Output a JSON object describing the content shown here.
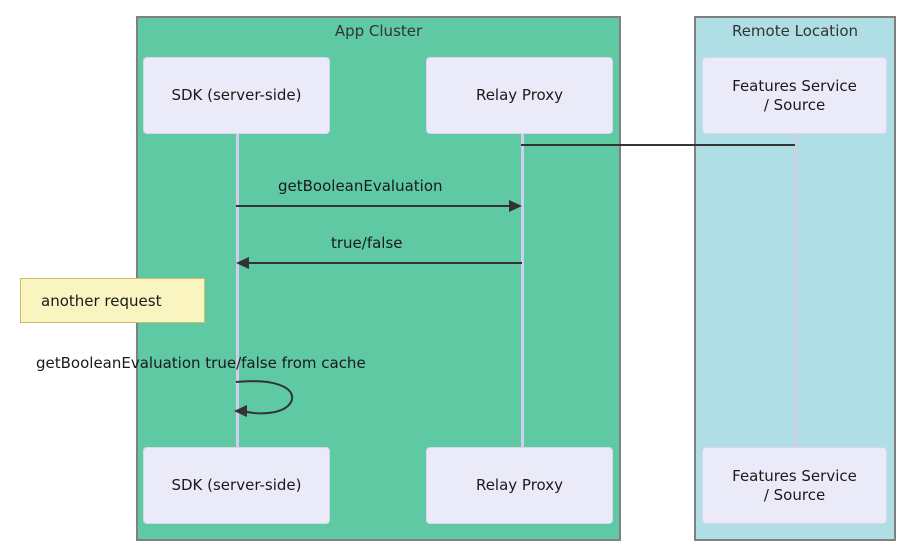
{
  "diagram": {
    "type": "sequence-diagram",
    "colors": {
      "app_cluster_fill": "#5FC9A3",
      "remote_fill": "#AFDFE4",
      "participant_fill": "#EAEAF8",
      "note_fill": "#FAF4C0",
      "note_border": "#C9BE6E",
      "lifeline": "#CFCFEB",
      "arrow": "#333333",
      "group_border": "#808080",
      "background": "#FFFFFF"
    },
    "groups": [
      {
        "id": "app-cluster",
        "title": "App Cluster"
      },
      {
        "id": "remote-location",
        "title": "Remote Location"
      }
    ],
    "participants": [
      {
        "id": "sdk",
        "label": "SDK (server-side)",
        "group": "app-cluster"
      },
      {
        "id": "relay",
        "label": "Relay Proxy",
        "group": "app-cluster"
      },
      {
        "id": "features",
        "label": "Features Service / Source",
        "line1": "Features Service",
        "line2": "/ Source",
        "group": "remote-location"
      }
    ],
    "messages": [
      {
        "id": "msg-1",
        "label": "getBooleanEvaluation",
        "from": "sdk",
        "to": "relay",
        "direction": "right"
      },
      {
        "id": "msg-2",
        "label": "true/false",
        "from": "relay",
        "to": "sdk",
        "direction": "left"
      },
      {
        "id": "msg-3",
        "label": "getBooleanEvaluation true/false from cache",
        "from": "sdk",
        "to": "sdk",
        "direction": "self"
      }
    ],
    "connectors": [
      {
        "id": "relay-to-features",
        "from": "relay",
        "to": "features",
        "style": "solid"
      }
    ],
    "notes": [
      {
        "id": "note-1",
        "text": "another request"
      }
    ]
  }
}
